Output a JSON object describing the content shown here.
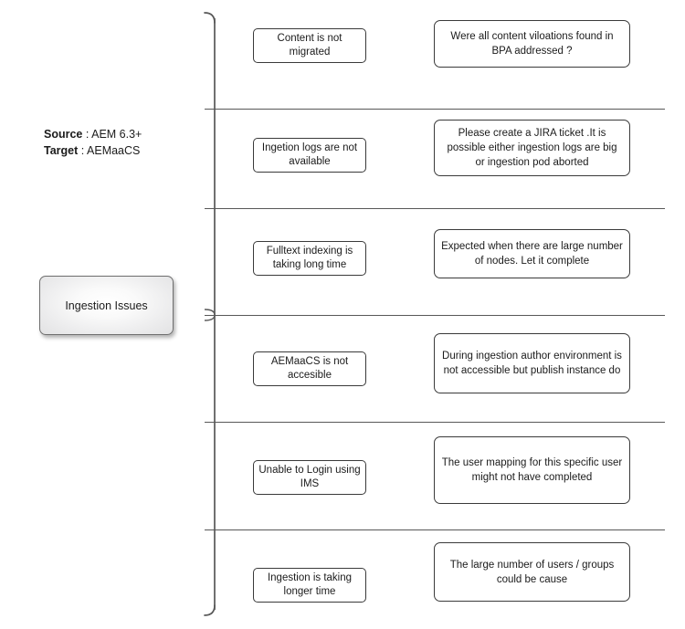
{
  "diagram": {
    "title_text": "Ingestion Issues",
    "meta": {
      "source_key": "Source",
      "source_sep": " : ",
      "source_value": "AEM 6.3+",
      "target_key": "Target",
      "target_sep": " : ",
      "target_value": "AEMaaCS"
    },
    "colors": {
      "background": "#ffffff",
      "box_border": "#3a3a3a",
      "line": "#585858",
      "node_border": "#6e6e6e",
      "text": "#1b1b1b"
    },
    "rows": [
      {
        "issue": "Content is not migrated",
        "answer": "Were all content viloations found in BPA addressed ?"
      },
      {
        "issue": "Ingetion logs are not available",
        "answer": "Please create a JIRA ticket .It is possible either ingestion logs are big or ingestion pod aborted"
      },
      {
        "issue": "Fulltext  indexing is taking long time",
        "answer": "Expected when there are large number of nodes. Let it complete"
      },
      {
        "issue": "AEMaaCS is not accesible",
        "answer": "During ingestion author environment is not accessible but publish instance do"
      },
      {
        "issue": "Unable to Login using IMS",
        "answer": "The user mapping for this specific user might not have completed"
      },
      {
        "issue": "Ingestion is taking longer time",
        "answer": "The large number of users / groups could be cause"
      }
    ]
  }
}
